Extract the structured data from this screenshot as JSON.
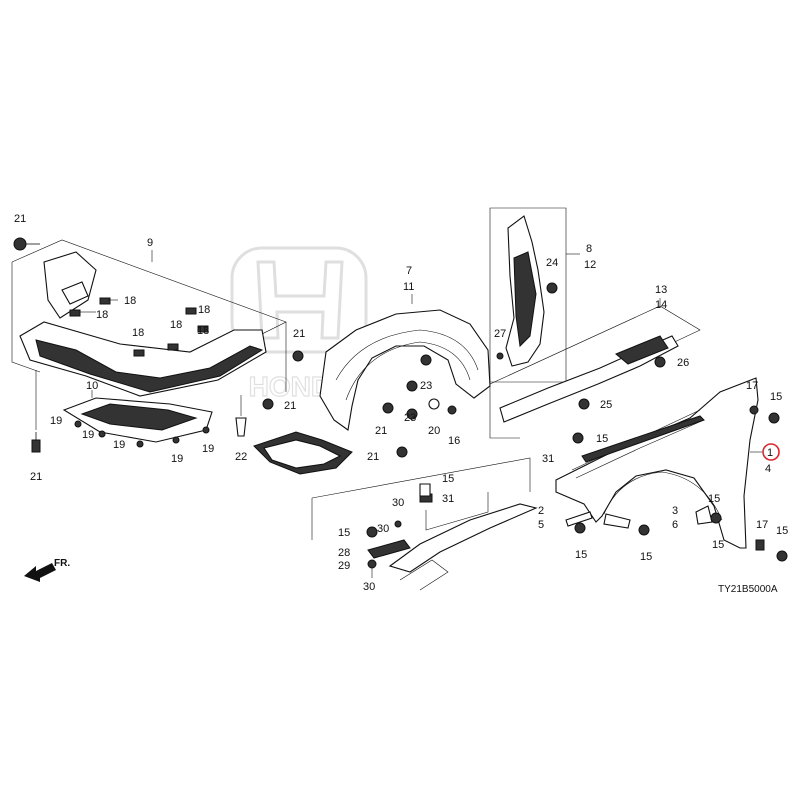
{
  "logo": {
    "brand": "HONDA",
    "opacity": 0.18
  },
  "direction_label": "FR.",
  "diagram_code": "TY21B5000A",
  "highlight": {
    "part": "1",
    "color": "#d9262c"
  },
  "callouts": {
    "n21a": "21",
    "n9": "9",
    "n18a": "18",
    "n18b": "18",
    "n18c": "18",
    "n18d": "18",
    "n18e": "18",
    "n18f": "18",
    "n10": "10",
    "n19a": "19",
    "n19b": "19",
    "n19c": "19",
    "n19d": "19",
    "n19e": "19",
    "n21b": "21",
    "n21c": "21",
    "n22": "22",
    "n7": "7",
    "n11": "11",
    "n21d": "21",
    "n23a": "23",
    "n23b": "23",
    "n21e": "21",
    "n20": "20",
    "n16": "16",
    "n21f": "21",
    "n8": "8",
    "n12": "12",
    "n24": "24",
    "n27": "27",
    "n13": "13",
    "n14": "14",
    "n26": "26",
    "n25": "25",
    "n15a": "15",
    "n17a": "17",
    "n15b": "15",
    "n1": "1",
    "n4": "4",
    "n31a": "31",
    "n2": "2",
    "n5": "5",
    "n15c": "15",
    "n15d": "15",
    "n3": "3",
    "n6": "6",
    "n15e": "15",
    "n15f": "15",
    "n17b": "17",
    "n15g": "15",
    "n15h": "15",
    "n30a": "30",
    "n31b": "31",
    "n15i": "15",
    "n30b": "30",
    "n28": "28",
    "n29": "29",
    "n30c": "30"
  }
}
